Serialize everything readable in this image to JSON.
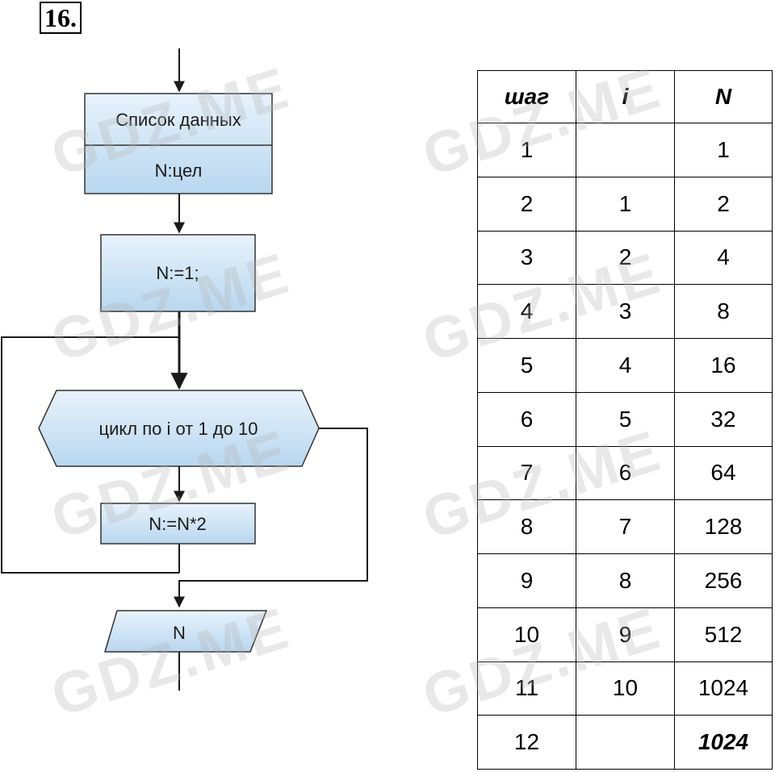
{
  "task": {
    "number": "16."
  },
  "flowchart": {
    "data_block_title": "Список данных",
    "data_block_var": "N:цел",
    "assign_init": "N:=1;",
    "loop_header": "цикл по i от 1 до 10",
    "loop_body": "N:=N*2",
    "output": "N"
  },
  "table": {
    "headers": [
      "шаг",
      "i",
      "N"
    ],
    "rows": [
      [
        "1",
        "",
        "1"
      ],
      [
        "2",
        "1",
        "2"
      ],
      [
        "3",
        "2",
        "4"
      ],
      [
        "4",
        "3",
        "8"
      ],
      [
        "5",
        "4",
        "16"
      ],
      [
        "6",
        "5",
        "32"
      ],
      [
        "7",
        "6",
        "64"
      ],
      [
        "8",
        "7",
        "128"
      ],
      [
        "9",
        "8",
        "256"
      ],
      [
        "10",
        "9",
        "512"
      ],
      [
        "11",
        "10",
        "1024"
      ],
      [
        "12",
        "",
        "1024"
      ]
    ]
  },
  "watermark_text": "GDZ.ME",
  "colors": {
    "block_fill_top": "#e8f2fb",
    "block_fill_bottom": "#b9d7ef",
    "block_stroke": "#333333",
    "line": "#1a1a1a"
  }
}
